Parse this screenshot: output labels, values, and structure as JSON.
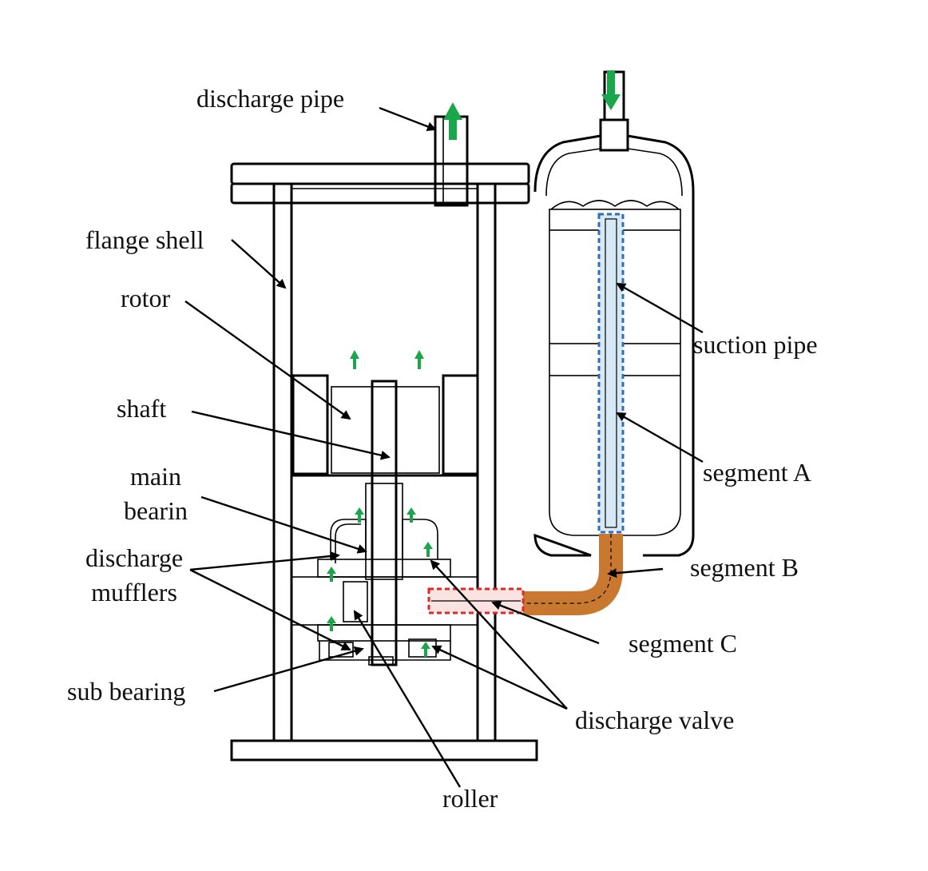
{
  "labels": {
    "discharge_pipe": "discharge pipe",
    "flange_shell": "flange shell",
    "rotor": "rotor",
    "shaft": "shaft",
    "main_bearing": "main\nbearin",
    "discharge_mufflers": "discharge\nmufflers",
    "sub_bearing": "sub bearing",
    "roller": "roller",
    "discharge_valve": "discharge valve",
    "suction_pipe": "suction pipe",
    "segment_a": "segment A",
    "segment_b": "segment B",
    "segment_c": "segment C"
  },
  "colors": {
    "flow_arrow": "#1aa64a",
    "segment_a": "#2f6db5",
    "segment_b": "#c8782f",
    "segment_c": "#e0262b",
    "line": "#000000"
  }
}
